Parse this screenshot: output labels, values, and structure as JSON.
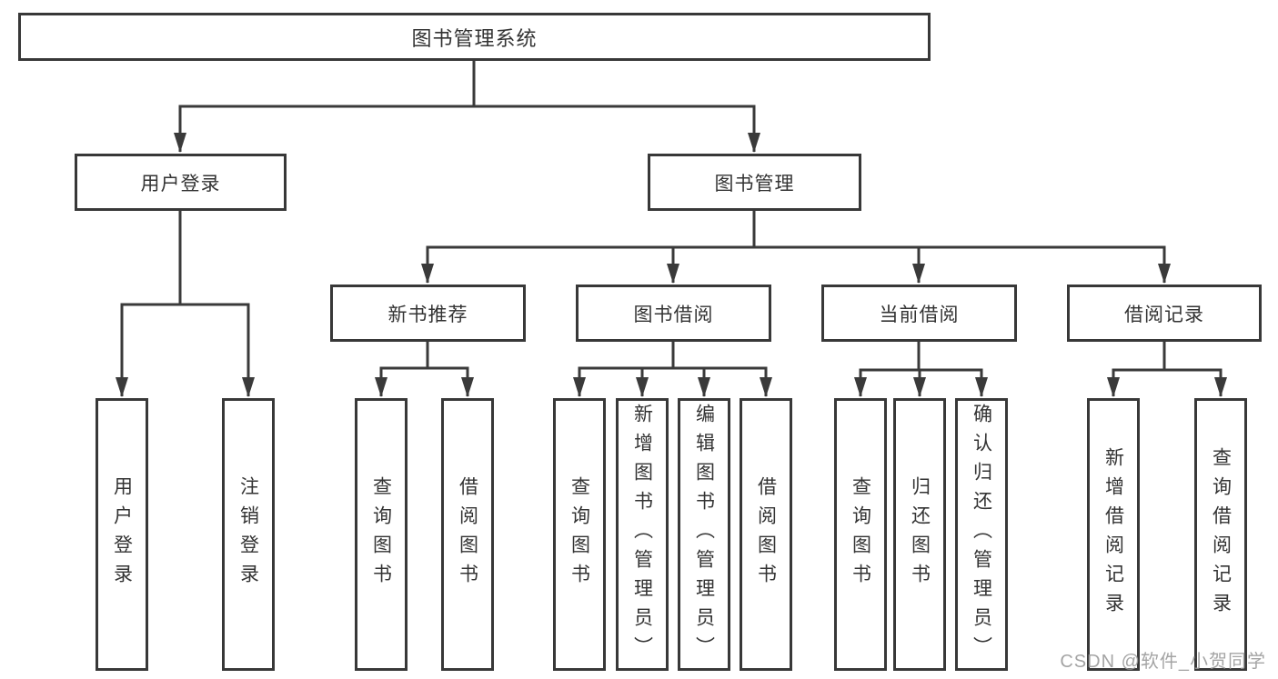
{
  "diagram": {
    "title": "图书管理系统",
    "root": {
      "label": "图书管理系统"
    },
    "level2": [
      {
        "label": "用户登录"
      },
      {
        "label": "图书管理"
      }
    ],
    "level3": [
      {
        "label": "新书推荐"
      },
      {
        "label": "图书借阅"
      },
      {
        "label": "当前借阅"
      },
      {
        "label": "借阅记录"
      }
    ],
    "leaves": {
      "user_login": [
        "用户登录",
        "注销登录"
      ],
      "new_book": [
        "查询图书",
        "借阅图书"
      ],
      "book_borrow": [
        "查询图书",
        "新增图书（管理员）",
        "编辑图书（管理员）",
        "借阅图书"
      ],
      "current_borrow": [
        "查询图书",
        "归还图书",
        "确认归还（管理员）"
      ],
      "borrow_record": [
        "新增借阅记录",
        "查询借阅记录"
      ]
    }
  },
  "watermark": {
    "text": "CSDN @软件_小贺同学"
  },
  "colors": {
    "line": "#3a3a3a",
    "box_border": "#383838",
    "box_bg": "#ffffff",
    "watermark": "#9b9b9b"
  }
}
